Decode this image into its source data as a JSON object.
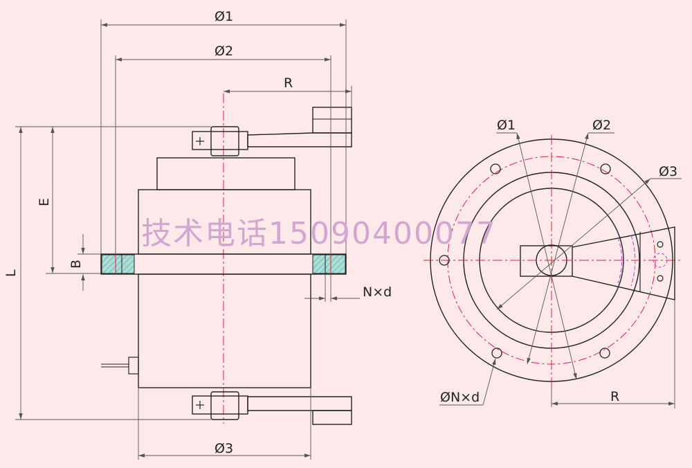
{
  "watermark": "技术电话15090400077",
  "front_view": {
    "labels": {
      "phi1": "Ø1",
      "phi2": "Ø2",
      "r": "R",
      "e": "E",
      "l": "L",
      "b": "B",
      "nxd": "N×d",
      "phi3": "Ø3"
    }
  },
  "side_view": {
    "labels": {
      "phi1": "Ø1",
      "phi2": "Ø2",
      "phi3": "Ø3",
      "phinxd": "ØN×d",
      "r": "R"
    }
  },
  "colors": {
    "background": "#fde9ea",
    "outline": "#222222",
    "centerline": "#e0203a",
    "dimension": "#555555",
    "hatch": "#a9ddd6",
    "hidden": "#c040c0",
    "watermark": "#d2a6cf"
  }
}
